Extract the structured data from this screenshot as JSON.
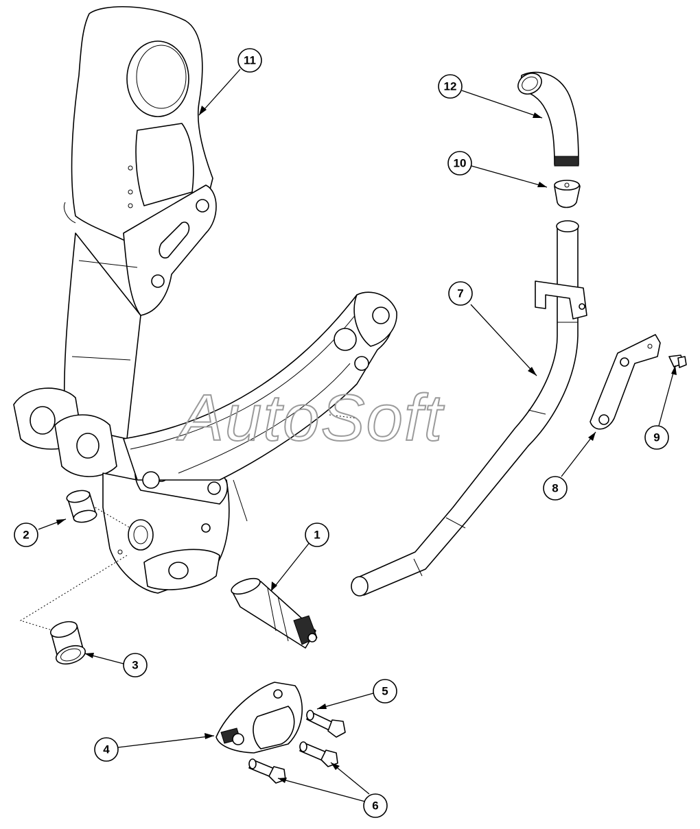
{
  "watermark": "AutoSoft",
  "callouts": [
    {
      "id": "c1",
      "label": "1",
      "part": "pin"
    },
    {
      "id": "c2",
      "label": "2",
      "part": "bushing"
    },
    {
      "id": "c3",
      "label": "3",
      "part": "flanged-bushing"
    },
    {
      "id": "c4",
      "label": "4",
      "part": "pin-retainer"
    },
    {
      "id": "c5",
      "label": "5",
      "part": "bolt"
    },
    {
      "id": "c6",
      "label": "6",
      "part": "bolts"
    },
    {
      "id": "c7",
      "label": "7",
      "part": "grease-tube"
    },
    {
      "id": "c8",
      "label": "8",
      "part": "bracket"
    },
    {
      "id": "c9",
      "label": "9",
      "part": "screw"
    },
    {
      "id": "c10",
      "label": "10",
      "part": "grease-fitting"
    },
    {
      "id": "c11",
      "label": "11",
      "part": "boom-arm"
    },
    {
      "id": "c12",
      "label": "12",
      "part": "elbow-fitting"
    }
  ],
  "colors": {
    "line": "#000000",
    "background": "#ffffff",
    "watermark": "#9a9a9a"
  }
}
